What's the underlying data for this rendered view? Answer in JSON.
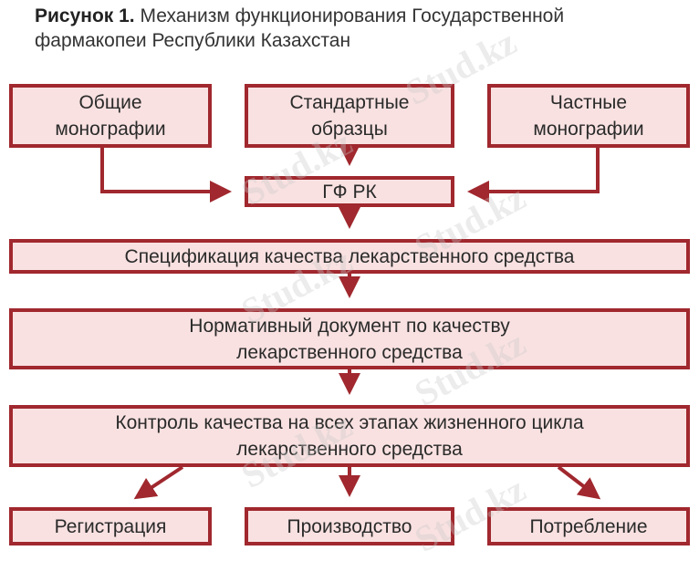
{
  "title": {
    "bold": "Рисунок 1.",
    "text": " Механизм функционирования Государственной\nфармакопеи Республики Казахстан"
  },
  "boxes": {
    "general": "Общие\nмонографии",
    "standards": "Стандартные\nобразцы",
    "private": "Частные\nмонографии",
    "gf": "ГФ РК",
    "spec": "Спецификация качества лекарственного средства",
    "normative": "Нормативный документ по качеству\nлекарственного средства",
    "control": "Контроль качества на всех этапах жизненного цикла\nлекарственного средства",
    "registration": "Регистрация",
    "production": "Производство",
    "consumption": "Потребление"
  },
  "watermark": "Stud.kz",
  "colors": {
    "border": "#a0282e",
    "fill": "#f9e1e1"
  }
}
